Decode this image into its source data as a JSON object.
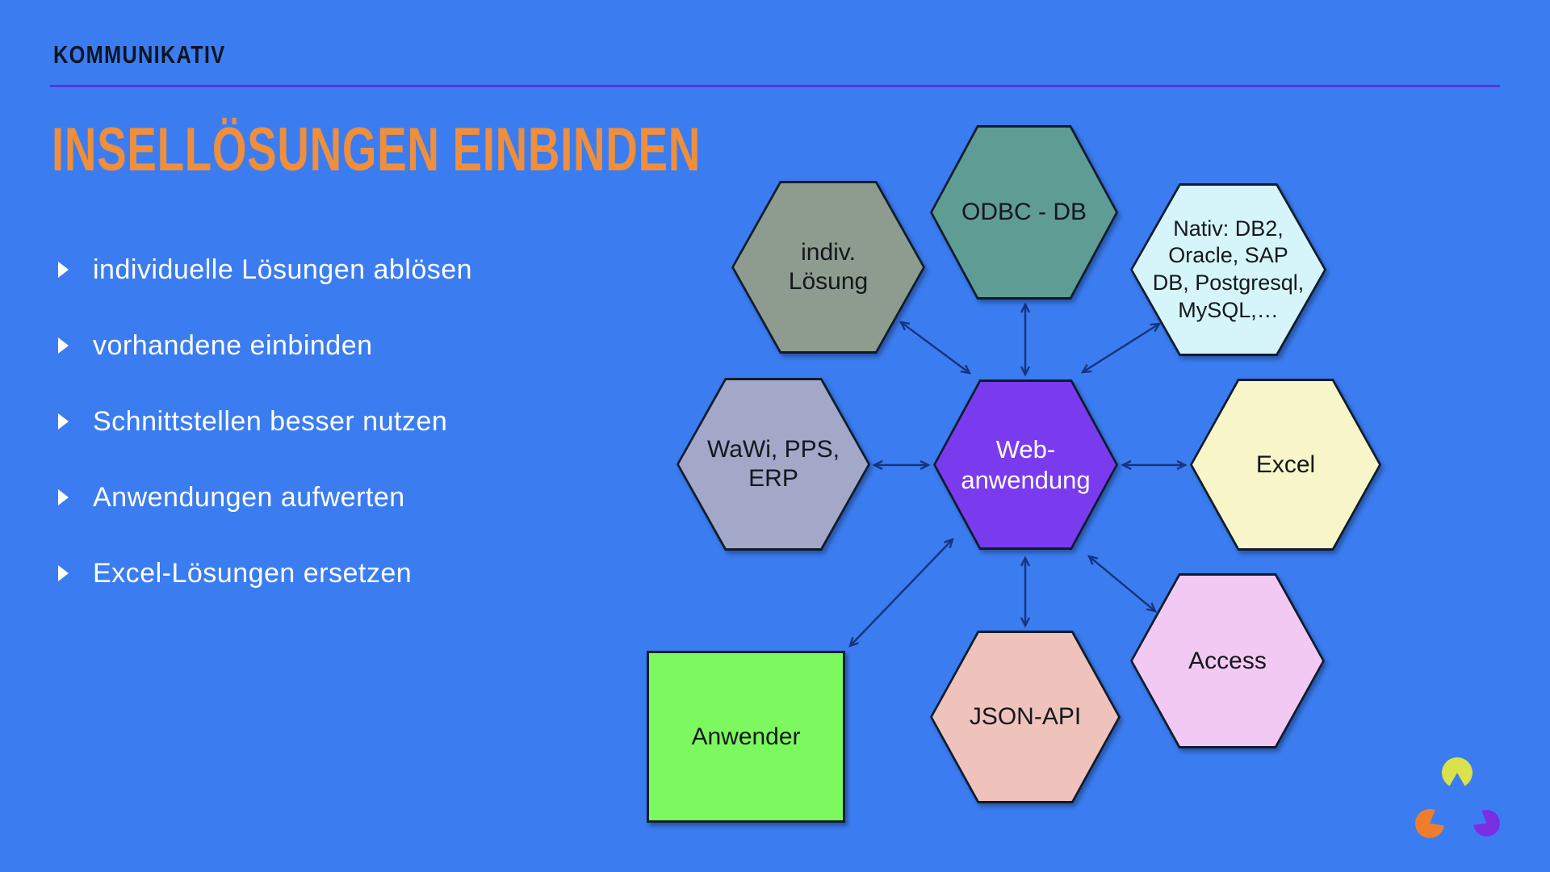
{
  "slide": {
    "brand": "KOMMUNIKATIV",
    "title": "INSELLÖSUNGEN EINBINDEN",
    "bullets": [
      "individuelle Lösungen ablösen",
      "vorhandene einbinden",
      "Schnittstellen besser nutzen",
      "Anwendungen aufwerten",
      "Excel-Lösungen ersetzen"
    ],
    "colors": {
      "background": "#3B7DF1",
      "title": "#EF8E3C",
      "divider": "#5C35D6",
      "bullet_text": "#FFFFFF",
      "arrow": "#16357E",
      "node_border": "#0F1B2D"
    }
  },
  "diagram": {
    "center": {
      "label": "Web-\nanwendung",
      "fill": "#7A3BEE",
      "text_color": "#FFFFFF"
    },
    "nodes": [
      {
        "id": "indiv-loesung",
        "label": "indiv.\nLösung",
        "fill": "#8E9B8F"
      },
      {
        "id": "odbc-db",
        "label": "ODBC - DB",
        "fill": "#5F9C94"
      },
      {
        "id": "nativ-db",
        "label": "Nativ: DB2,\nOracle, SAP\nDB, Postgresql,\nMySQL,…",
        "fill": "#D5F5FA"
      },
      {
        "id": "wawi-pps-erp",
        "label": "WaWi, PPS,\nERP",
        "fill": "#A3A7C8"
      },
      {
        "id": "excel",
        "label": "Excel",
        "fill": "#F8F5C8"
      },
      {
        "id": "access",
        "label": "Access",
        "fill": "#F2C9F2"
      },
      {
        "id": "json-api",
        "label": "JSON-API",
        "fill": "#EFC3BC"
      },
      {
        "id": "anwender",
        "label": "Anwender",
        "fill": "#7BF95E"
      }
    ]
  },
  "logo": {
    "colors": {
      "top": "#D9E24D",
      "left": "#EE7E2E",
      "right": "#7A2EE2"
    }
  }
}
